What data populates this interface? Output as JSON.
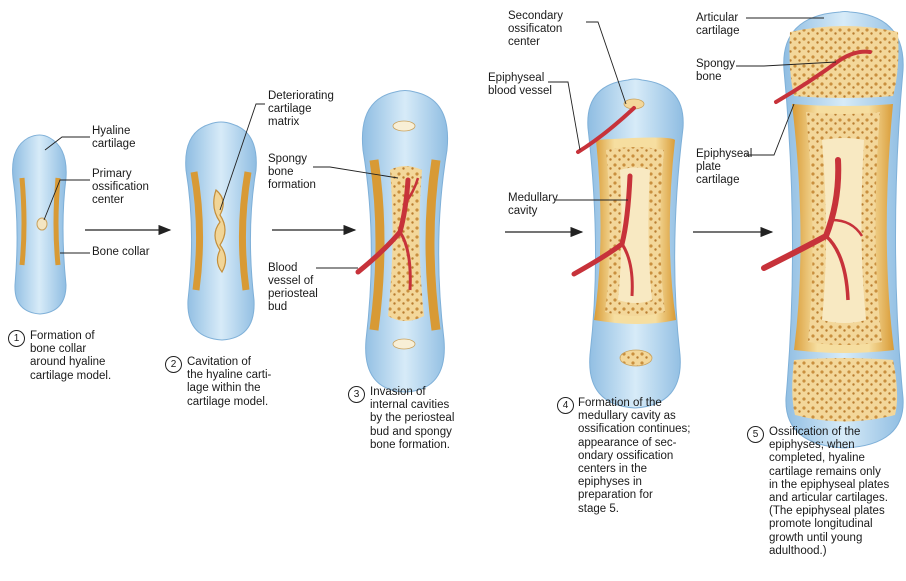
{
  "colors": {
    "cartilage": "#b9d8ef",
    "cartilage_dark": "#8fbde2",
    "bone": "#f1cf86",
    "bone_edge": "#d89a35",
    "vessel": "#c7323a",
    "leader": "#222222"
  },
  "labels": {
    "hyaline_cartilage": "Hyaline\ncartilage",
    "primary_ossification_center": "Primary\nossification\ncenter",
    "bone_collar": "Bone collar",
    "deteriorating_cartilage_matrix": "Deteriorating\ncartilage\nmatrix",
    "spongy_bone_formation": "Spongy\nbone\nformation",
    "blood_vessel_periosteal_bud": "Blood\nvessel of\nperiosteal\nbud",
    "secondary_ossification_center": "Secondary\nossificaton\ncenter",
    "epiphyseal_blood_vessel": "Epiphyseal\nblood vessel",
    "medullary_cavity": "Medullary\ncavity",
    "articular_cartilage": "Articular\ncartilage",
    "spongy_bone": "Spongy\nbone",
    "epiphyseal_plate_cartilage": "Epiphyseal\nplate\ncartilage"
  },
  "stages": [
    {
      "number": "1",
      "caption": "Formation of\nbone collar\naround hyaline\ncartilage model."
    },
    {
      "number": "2",
      "caption": "Cavitation of\nthe hyaline carti-\nlage within the\ncartilage model."
    },
    {
      "number": "3",
      "caption": "Invasion of\ninternal cavities\nby the periosteal\nbud and spongy\nbone formation."
    },
    {
      "number": "4",
      "caption": "Formation of the\nmedullary cavity as\nossification continues;\nappearance of sec-\nondary ossification\ncenters in the\nepiphyses in\npreparation for\nstage 5."
    },
    {
      "number": "5",
      "caption": "Ossification of the\nepiphyses; when\ncompleted, hyaline\ncartilage remains only\nin the epiphyseal plates\nand articular cartilages.\n(The epiphyseal plates\npromote longitudinal\ngrowth until young\nadulthood.)"
    }
  ]
}
